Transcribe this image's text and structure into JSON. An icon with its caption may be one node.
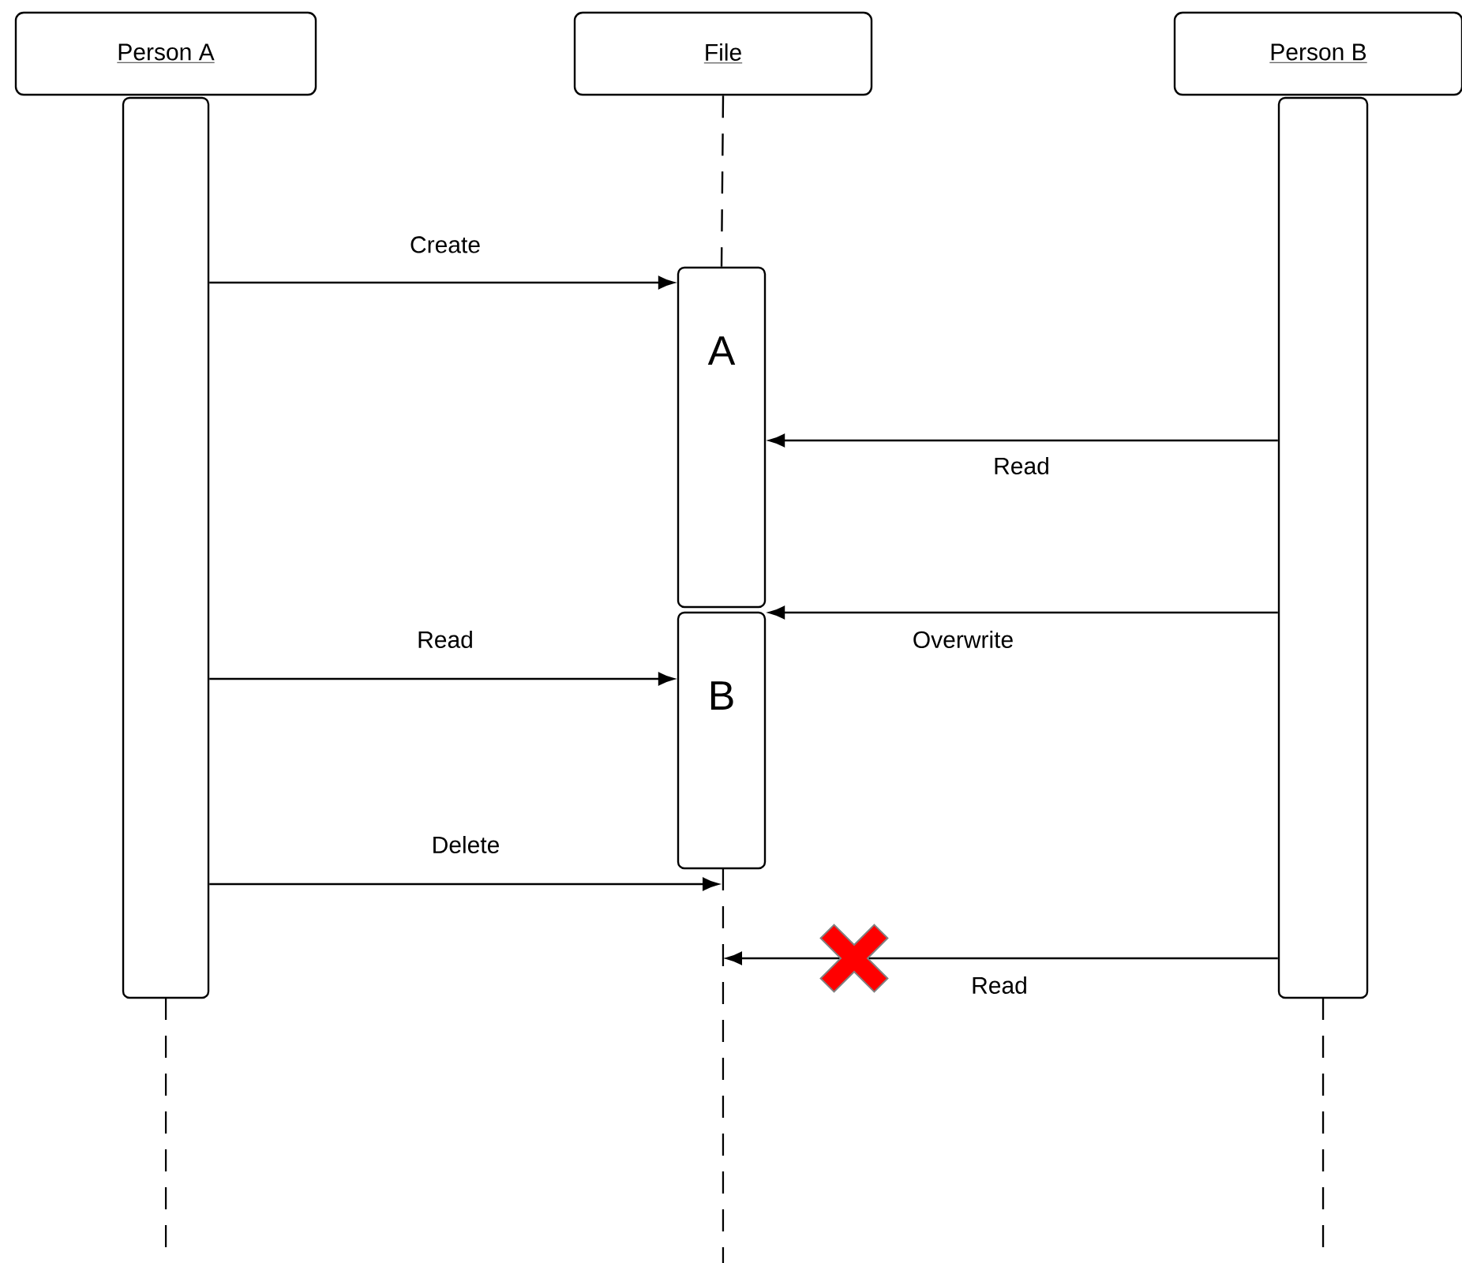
{
  "diagram": {
    "nodes": [
      {
        "text": [
          "Person A"
        ]
      },
      {
        "text": [
          "File"
        ]
      },
      {
        "text": [
          "Person B"
        ]
      },
      {
        "text": [],
        "shape": "bar"
      },
      {
        "text": [
          "A"
        ]
      },
      {
        "text": [
          "B"
        ]
      },
      {
        "text": [],
        "shape": "bar"
      }
    ],
    "edges": [
      {
        "from": 3,
        "to": 4,
        "arrow": "to",
        "label": "Create"
      },
      {
        "from": 6,
        "to": 4,
        "arrow": "to",
        "label": "Read"
      },
      {
        "from": 6,
        "to": 5,
        "arrow": "to",
        "label": "Overwrite"
      },
      {
        "from": 3,
        "to": 5,
        "arrow": "to",
        "label": "Read"
      },
      {
        "from": 3,
        "to": 5,
        "arrow": "to",
        "label": "Delete"
      },
      {
        "from": 6,
        "to": null,
        "arrow": "to",
        "label": "Read"
      },
      {
        "from": 1,
        "to": 4,
        "arrow": "none",
        "style": "dashed"
      }
    ]
  }
}
